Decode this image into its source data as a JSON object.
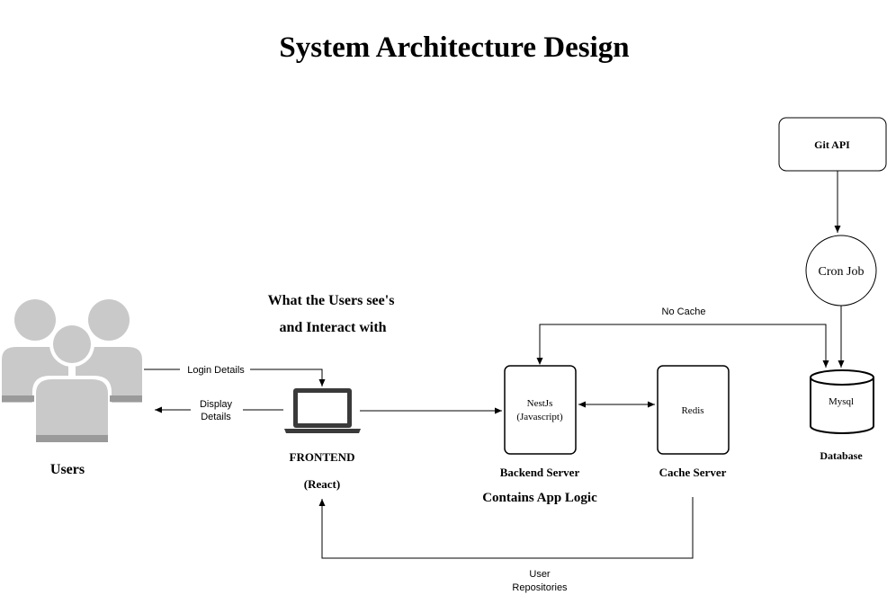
{
  "title": "System Architecture Design",
  "users": {
    "label": "Users"
  },
  "frontend": {
    "note_line1": "What the Users see's",
    "note_line2": "and Interact with",
    "label": "FRONTEND",
    "sublabel": "(React)"
  },
  "backend": {
    "box_line1": "NestJs",
    "box_line2": "(Javascript)",
    "label": "Backend Server",
    "sublabel": "Contains App Logic"
  },
  "cache": {
    "box_text": "Redis",
    "label": "Cache Server"
  },
  "git": {
    "box_text": "Git API"
  },
  "cron": {
    "text": "Cron Job"
  },
  "database": {
    "cylinder_text": "Mysql",
    "label": "Database"
  },
  "edges": {
    "login": "Login Details",
    "display_line1": "Display",
    "display_line2": "Details",
    "no_cache": "No Cache",
    "repos_line1": "User",
    "repos_line2": "Repositories"
  },
  "colors": {
    "users_icon": "#c9c9c9",
    "users_band": "#9a9a9a",
    "laptop": "#3a3a3a",
    "stroke": "#000000"
  }
}
